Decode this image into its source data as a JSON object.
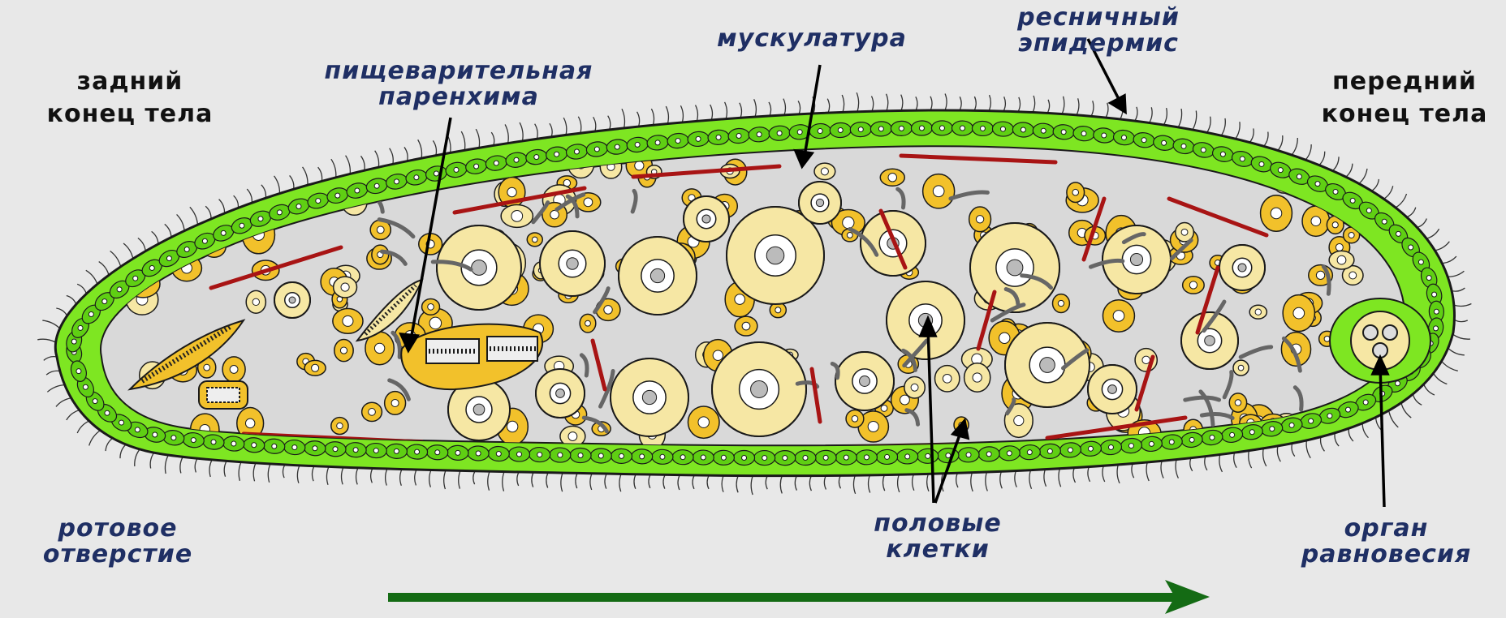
{
  "colors": {
    "background": "#e8e8e8",
    "epidermis": "#7ee622",
    "epidermis_cell": "#5fcf13",
    "parenchyma_cell": "#f2c12b",
    "germ_cell": "#f6e7a4",
    "muscle": "#a81414",
    "outline": "#1a1a1a",
    "interior": "#d9d9d9",
    "arrow": "#146b14",
    "label_dark": "#111111",
    "label_blue": "#1f2f64"
  },
  "labels": {
    "posterior": {
      "line1": "задний",
      "line2": "конец тела"
    },
    "digestive": {
      "line1": "пищеварительная",
      "line2": "паренхима"
    },
    "muscles": {
      "line1": "мускулатура"
    },
    "epidermis": {
      "line1": "ресничный",
      "line2": "эпидермис"
    },
    "anterior": {
      "line1": "передний",
      "line2": "конец тела"
    },
    "mouth": {
      "line1": "ротовое",
      "line2": "отверстие"
    },
    "germ_cells": {
      "line1": "половые",
      "line2": "клетки"
    },
    "statocyst": {
      "line1": "орган",
      "line2": "равновесия"
    }
  },
  "direction_arrow": {
    "meaning": "direction of movement",
    "icon": "long-arrow-right-icon"
  }
}
